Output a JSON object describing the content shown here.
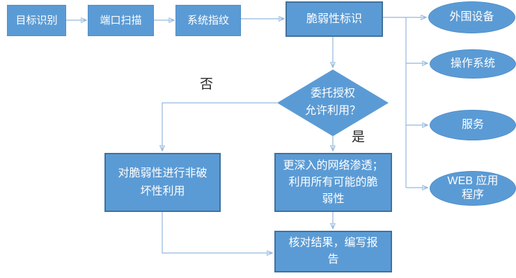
{
  "flowchart": {
    "steps": [
      {
        "label": "目标识别"
      },
      {
        "label": "端口扫描"
      },
      {
        "label": "系统指纹"
      },
      {
        "label": "脆弱性标识"
      }
    ],
    "targets": [
      {
        "label": "外围设备"
      },
      {
        "label": "操作系统"
      },
      {
        "label": "服务"
      },
      {
        "label": "WEB 应用程序"
      }
    ],
    "decision": {
      "label": "委托授权允许利用？",
      "lines": [
        "委托授权",
        "允许利用？"
      ]
    },
    "branch_labels": {
      "no": "否",
      "yes": "是"
    },
    "non_destructive_box": {
      "label": "对脆弱性进行非破坏性利用",
      "lines": [
        "对脆弱性进行非破",
        "坏性利用"
      ]
    },
    "deep_penetration_box": {
      "label": "更深入的网络渗透；利用所有可能的脆弱性",
      "lines": [
        "更深入的网络渗透；",
        "利用所有可能的脆",
        "弱性"
      ]
    },
    "report_box": {
      "label": "核对结果，编写报告",
      "lines": [
        "核对结果，编写报",
        "告"
      ]
    },
    "colors": {
      "background": "#ffffff",
      "node_fill": "#5b9bd5",
      "node_border": "#41719c",
      "node_border_subtle": "#4e8ec9",
      "node_text": "#ffffff",
      "connector": "#95b7dc",
      "arrowhead": "#4f86c2",
      "branch_label_text": "#262626"
    }
  }
}
